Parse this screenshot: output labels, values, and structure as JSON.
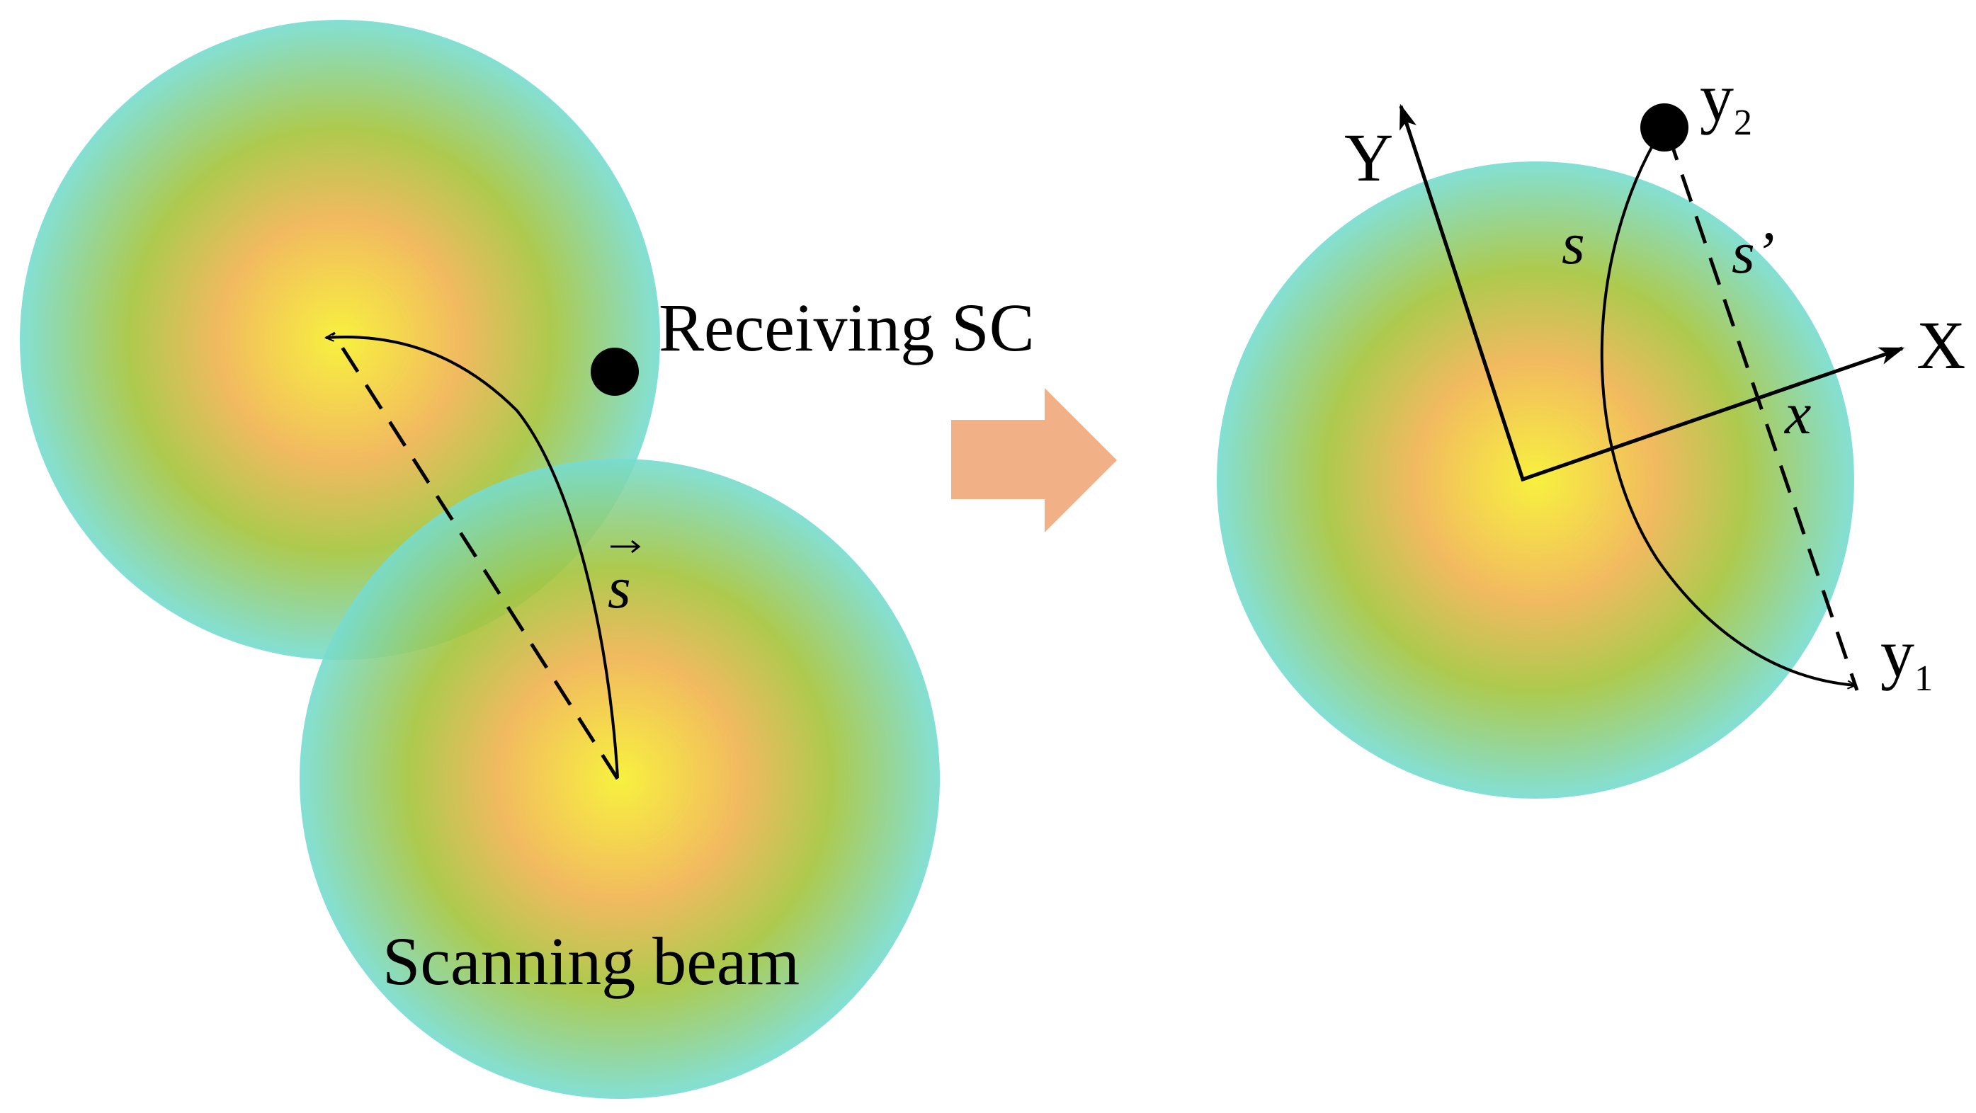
{
  "diagram": {
    "left_panel": {
      "receiving_label": "Receiving SC",
      "beam_label": "Scanning beam",
      "vector_label": "s"
    },
    "right_panel": {
      "axis_x": "X",
      "axis_y": "Y",
      "arc_label": "s",
      "chord_label": "s’",
      "x_label": "x",
      "y1_label": "y",
      "y1_sub": "1",
      "y2_label": "y",
      "y2_sub": "2"
    }
  },
  "colors": {
    "beam_center": "#f7ef2a",
    "beam_mid": "#f0b24e",
    "beam_outer": "#a4c43a",
    "beam_edge": "#76dcd0",
    "transition_arrow": "#f1b086",
    "line": "#000000"
  }
}
